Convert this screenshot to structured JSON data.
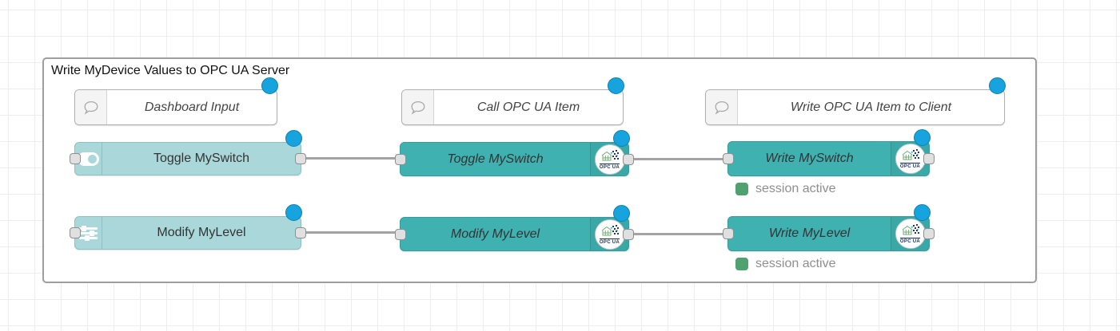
{
  "group": {
    "label": "Write MyDevice Values to OPC UA Server"
  },
  "comment_nodes": [
    {
      "label": "Dashboard Input"
    },
    {
      "label": "Call OPC UA Item"
    },
    {
      "label": "Write OPC UA Item to Client"
    }
  ],
  "dashboard_nodes": [
    {
      "label": "Toggle MySwitch",
      "icon": "toggle-switch-icon"
    },
    {
      "label": "Modify MyLevel",
      "icon": "sliders-icon"
    }
  ],
  "opcua_nodes": [
    {
      "label": "Toggle MySwitch"
    },
    {
      "label": "Modify MyLevel"
    },
    {
      "label": "Write MySwitch",
      "status": "session active"
    },
    {
      "label": "Write MyLevel",
      "status": "session active"
    }
  ],
  "opcua_badge_label": "OPC UA",
  "colors": {
    "dashboard_node_fill": "#aad8da",
    "opcua_node_fill": "#3fb1b1",
    "changed_indicator": "#17a3dd",
    "status_ok": "#4fa170",
    "wire": "#a3a3a3",
    "group_border": "#9e9e9e"
  }
}
